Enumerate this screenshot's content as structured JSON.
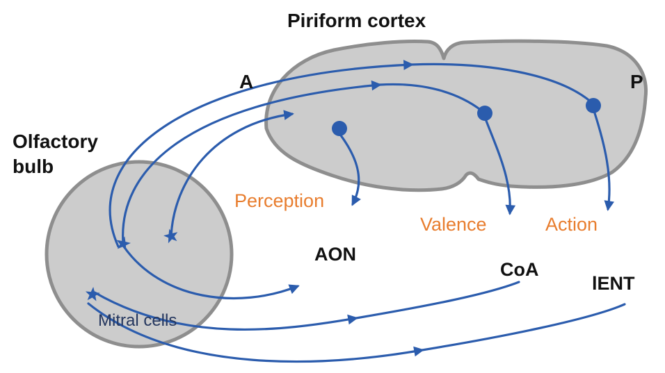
{
  "labels": {
    "piriform_cortex": "Piriform cortex",
    "anterior": "A",
    "posterior": "P",
    "olfactory_bulb": "Olfactory bulb",
    "mitral_cells": "Mitral cells",
    "perception": "Perception",
    "valence": "Valence",
    "action": "Action",
    "aon": "AON",
    "coa": "CoA",
    "lent": "lENT"
  },
  "colors": {
    "region_fill": "#cccccc",
    "region_stroke": "#8e8e8e",
    "pathway_blue": "#2b5cad",
    "function_orange": "#e87d2e",
    "label_black": "#111111",
    "mitral_navy": "#24365e"
  }
}
